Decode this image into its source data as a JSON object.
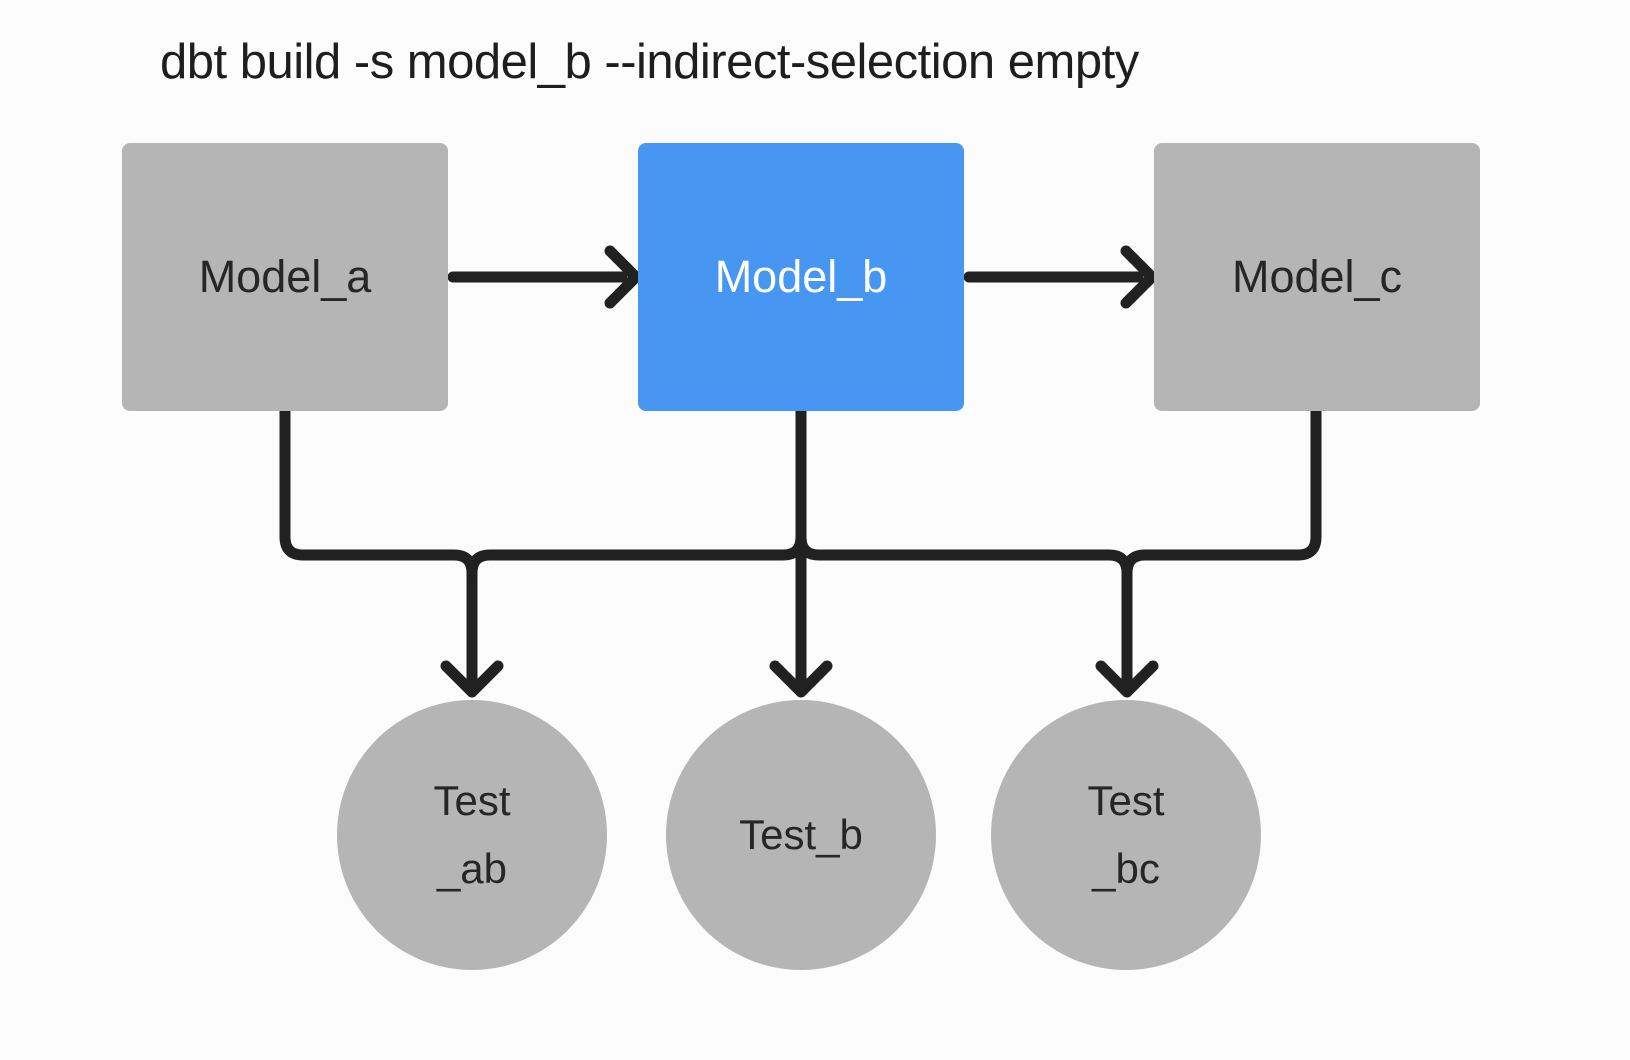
{
  "title": "dbt build -s model_b --indirect-selection empty",
  "colors": {
    "selected_fill": "#4696F2",
    "selected_text": "#FFFFFF",
    "node_fill": "#B5B5B5",
    "node_text": "#262626",
    "connector": "#212121",
    "background": "#FCFCFC"
  },
  "models": [
    {
      "label": "Model_a",
      "state": "unselected"
    },
    {
      "label": "Model_b",
      "state": "selected"
    },
    {
      "label": "Model_c",
      "state": "unselected"
    }
  ],
  "tests": [
    {
      "line1": "Test",
      "line2": "_ab"
    },
    {
      "line1": "Test_b",
      "line2": ""
    },
    {
      "line1": "Test",
      "line2": "_bc"
    }
  ],
  "edges": [
    "model_a -> model_b",
    "model_b -> model_c",
    "model_a -> test_ab",
    "model_b -> test_ab",
    "model_b -> test_b",
    "model_b -> test_bc",
    "model_c -> test_bc"
  ]
}
